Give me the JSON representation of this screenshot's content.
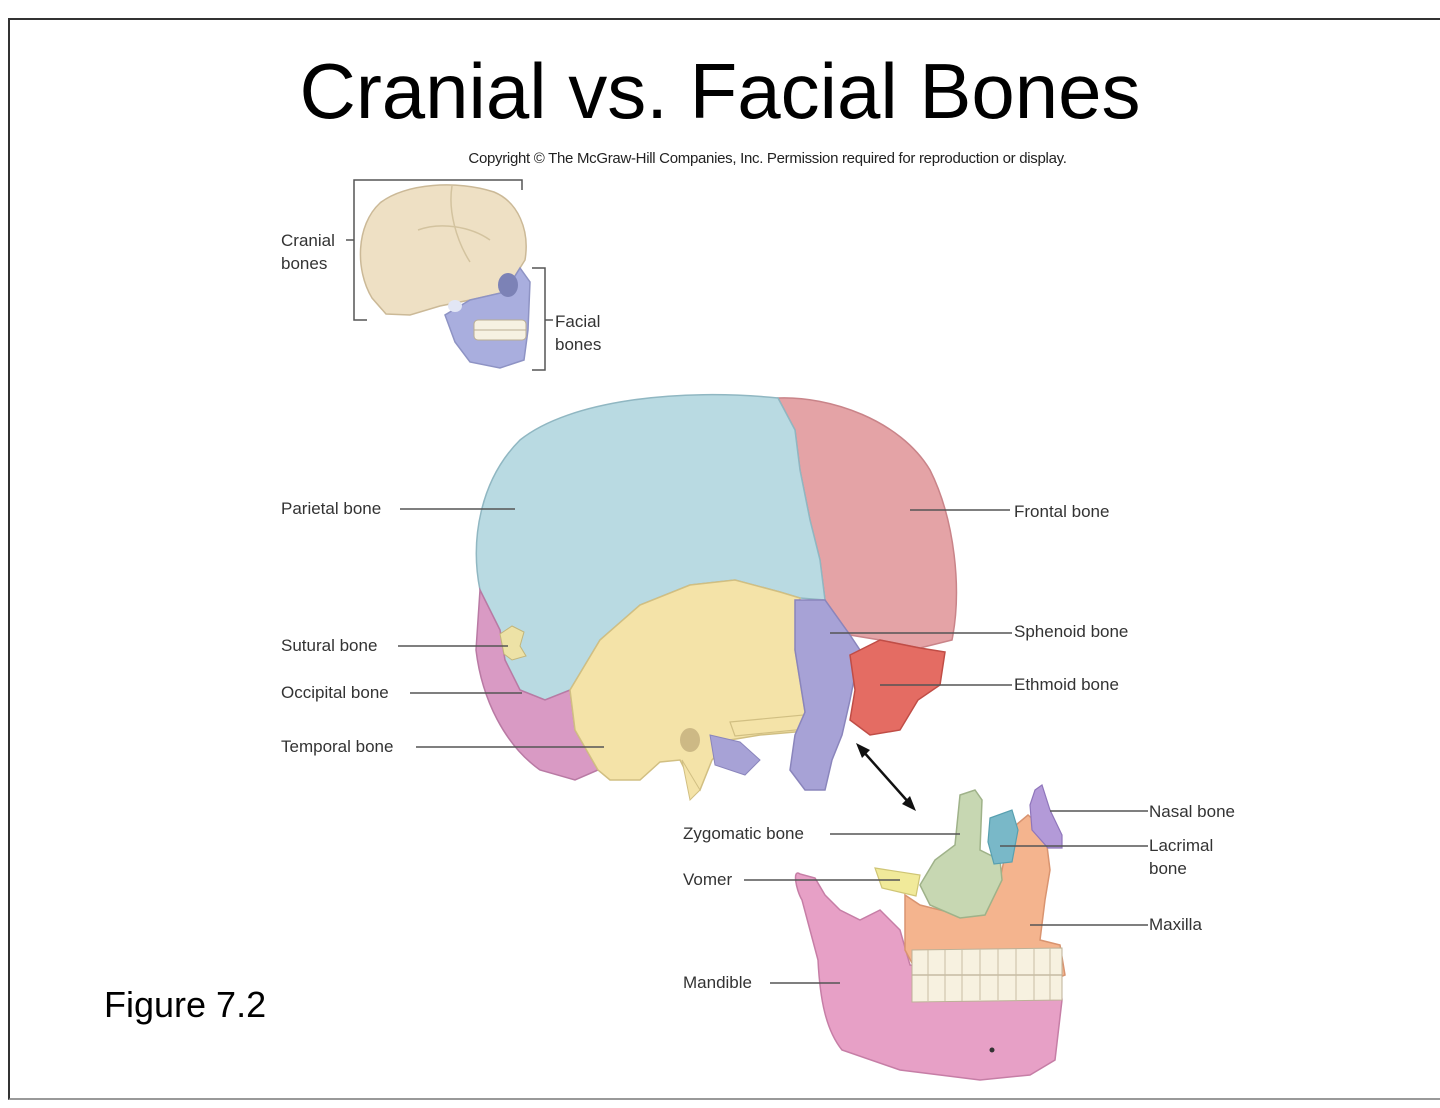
{
  "title": "Cranial vs. Facial Bones",
  "copyright": "Copyright © The McGraw-Hill Companies, Inc. Permission required for reproduction or display.",
  "figure_label": "Figure 7.2",
  "inset": {
    "cranial_label": "Cranial bones",
    "facial_label": "Facial bones"
  },
  "cranial_labels": {
    "parietal": "Parietal bone",
    "frontal": "Frontal bone",
    "sutural": "Sutural bone",
    "sphenoid": "Sphenoid bone",
    "occipital": "Occipital bone",
    "ethmoid": "Ethmoid bone",
    "temporal": "Temporal bone"
  },
  "facial_labels": {
    "zygomatic": "Zygomatic bone",
    "vomer": "Vomer",
    "mandible": "Mandible",
    "nasal": "Nasal bone",
    "lacrimal": "Lacrimal bone",
    "maxilla": "Maxilla"
  },
  "colors": {
    "cranial_beige": "#eee0c4",
    "facial_lavender": "#a9aede",
    "parietal": "#b9dae2",
    "frontal": "#e4a3a6",
    "temporal": "#f4e3a8",
    "occipital": "#d99ac4",
    "sphenoid": "#a7a2d6",
    "ethmoid": "#e46c63",
    "zygomatic": "#c7d7b2",
    "maxilla": "#f4b48e",
    "mandible": "#e7a0c6",
    "nasal": "#b39ad8",
    "lacrimal": "#79b8c8",
    "vomer": "#f1ea9a"
  }
}
